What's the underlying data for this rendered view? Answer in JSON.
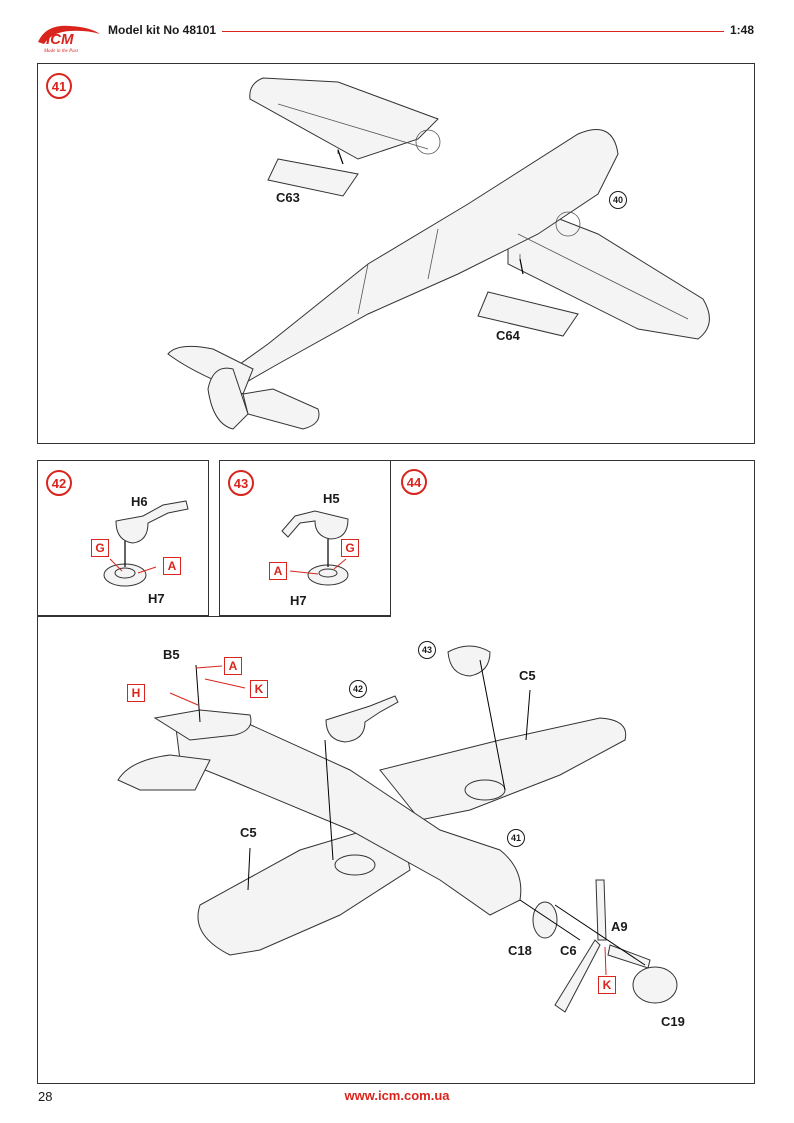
{
  "header": {
    "brand": "ICM",
    "tagline": "Made in the Past",
    "kit_title": "Model kit No 48101",
    "scale": "1:48",
    "accent_color": "#d9251d"
  },
  "steps": {
    "s41": {
      "number": "41",
      "parts": {
        "c63": "C63",
        "c64": "C64"
      },
      "ref": "40"
    },
    "s42": {
      "number": "42",
      "parts": {
        "h6": "H6",
        "h7": "H7"
      },
      "paint": {
        "g": "G",
        "a": "A"
      }
    },
    "s43": {
      "number": "43",
      "parts": {
        "h5": "H5",
        "h7": "H7"
      },
      "paint": {
        "a": "A",
        "g": "G"
      }
    },
    "s44": {
      "number": "44",
      "parts": {
        "b5": "B5",
        "c5_top": "C5",
        "c5_left": "C5",
        "a9": "A9",
        "c18": "C18",
        "c6": "C6",
        "c19": "C19"
      },
      "paint": {
        "a": "A",
        "h": "H",
        "k": "K",
        "k2": "K"
      },
      "refs": {
        "r42": "42",
        "r43": "43",
        "r41": "41"
      }
    }
  },
  "footer": {
    "page_number": "28",
    "url": "www.icm.com.ua"
  }
}
